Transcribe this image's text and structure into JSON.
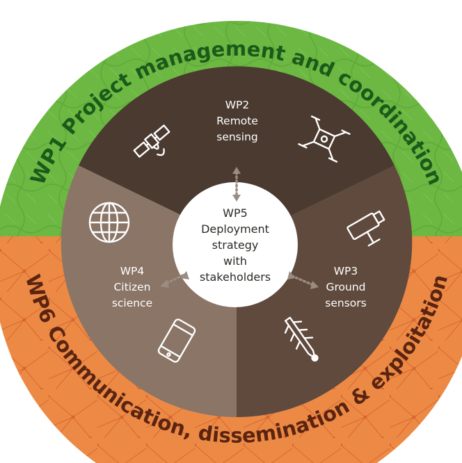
{
  "outer_ring": {
    "top_label": "WP1 Project management and coordination",
    "bottom_label": "WP6 Communication, dissemination & exploitation"
  },
  "center": {
    "line1": "WP5",
    "line2": "Deployment",
    "line3": "strategy",
    "line4": "with",
    "line5": "stakeholders"
  },
  "segments": {
    "wp2": {
      "line1": "WP2",
      "line2": "Remote",
      "line3": "sensing"
    },
    "wp3": {
      "line1": "WP3",
      "line2": "Ground",
      "line3": "sensors"
    },
    "wp4": {
      "line1": "WP4",
      "line2": "Citizen",
      "line3": "science"
    }
  },
  "icons": {
    "wp2": [
      "satellite-icon",
      "drone-icon"
    ],
    "wp3": [
      "camera-sensor-icon",
      "soil-probe-icon"
    ],
    "wp4": [
      "globe-icon",
      "smartphone-icon"
    ]
  },
  "colors": {
    "green_ring": "#6cb843",
    "orange_ring": "#ec8a45",
    "wp2_fill": "#4a3a30",
    "wp3_fill": "#5f4a3d",
    "wp4_fill": "#8a7567",
    "ring_text_green": "#1c5a1a",
    "ring_text_orange": "#5a2410"
  }
}
